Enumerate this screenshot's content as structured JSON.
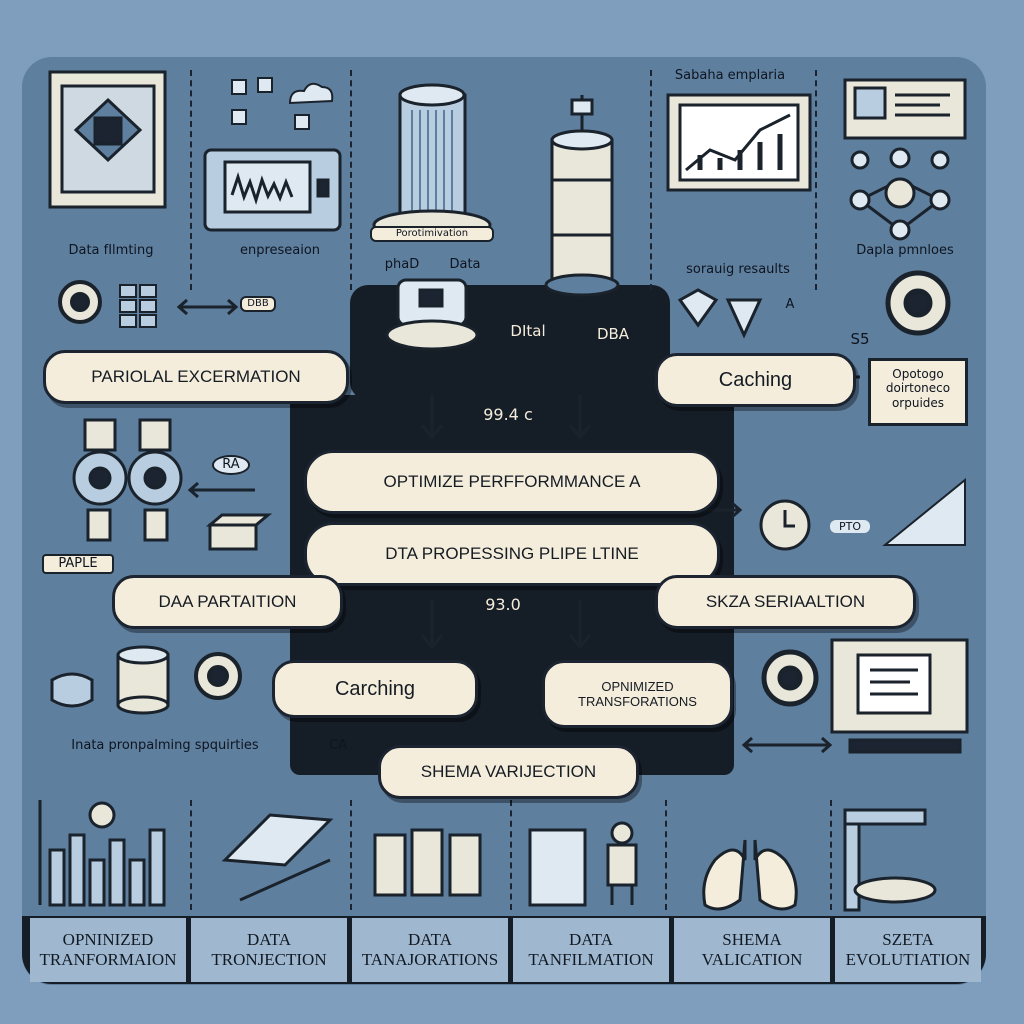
{
  "top_labels": {
    "data_filtering": "Data fIlmting",
    "compression": "enpreseaion",
    "optimization_tag": "Porotimivation",
    "phad": "phaD",
    "data_small": "Data",
    "schema_header": "Sabaha emplaria",
    "scaling_results": "sorauig resaults",
    "data_profiles": "Dapla pmnloes",
    "dbb": "DBB"
  },
  "mid_labels": {
    "dital": "DItal",
    "dba": "DBA",
    "a_arrow": "A",
    "s5": "S5",
    "value_top": "99.4 c",
    "value_bottom": "93.0",
    "ca": "CA",
    "ra": "RA",
    "pto": "PTO",
    "paple": "PAPLE",
    "data_processing_sequence": "Inata pronpalming spquirties"
  },
  "note_box": {
    "text": "Opotogo doirtoneco orpuides"
  },
  "pills": {
    "partial_excermation": "PARIOLAL EXCERMATION",
    "caching_right": "Caching",
    "optimize_line1": "OPTIMIZE PERFFORMMANCE A",
    "optimize_line2": "DTA PROPESSING PLIPE LTINE",
    "data_partition": "DAA PARTAITION",
    "skza_serialization": "SKZA SERIAALTION",
    "carching": "Carching",
    "optimized_line1": "OPNIMIZED",
    "optimized_line2": "TRANSFORATIONS",
    "schema_validation": "SHEMA VARIJECTION"
  },
  "footer": [
    {
      "line1": "OPNINIZED",
      "line2": "TRANFORMAION"
    },
    {
      "line1": "DATA",
      "line2": "TRONJECTION"
    },
    {
      "line1": "DATA",
      "line2": "TANAJORATIONS"
    },
    {
      "line1": "DATA",
      "line2": "TANFILMATION"
    },
    {
      "line1": "SHEMA",
      "line2": "VALICATION"
    },
    {
      "line1": "SZETA",
      "line2": "EVOLUTIATION"
    }
  ],
  "colors": {
    "page": "#7f9ebd",
    "board": "#5f7f9e",
    "dark": "#151d26",
    "pill": "#f4eddb",
    "accent_light": "#b8cde0"
  },
  "icons": [
    "gear-icon",
    "monitor-icon",
    "database-icon",
    "cloud-icon",
    "diamond-icon",
    "clock-icon",
    "person-icon",
    "lungs-icon",
    "arrow-icon"
  ]
}
